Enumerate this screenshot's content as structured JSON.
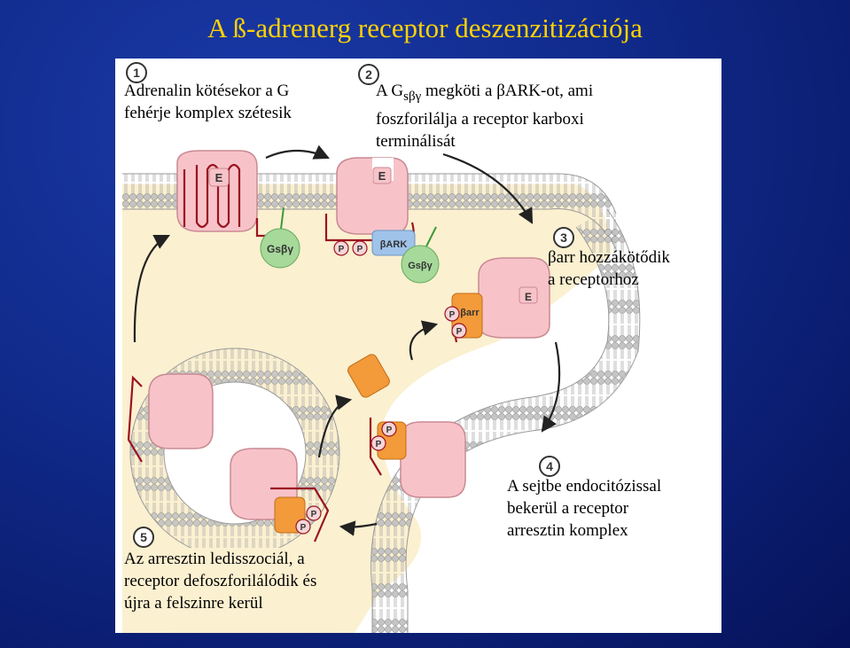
{
  "title": "A ß-adrenerg receptor deszenzitizációja",
  "steps": [
    {
      "num": "1",
      "line1": "Adrenalin kötésekor a G",
      "line2": "fehérje komplex szétesik"
    },
    {
      "num": "2",
      "line1_a": "A G",
      "line1_sub": "sβγ",
      "line1_b": " megköti a βARK-ot, ami",
      "line2": "foszforilálja a receptor karboxi",
      "line3": "terminálisát"
    },
    {
      "num": "3",
      "line1": "βarr hozzákötődik",
      "line2": "a receptorhoz"
    },
    {
      "num": "4",
      "line1": "A sejtbe endocitózissal",
      "line2": "bekerül a receptor",
      "line3": "arresztin komplex"
    },
    {
      "num": "5",
      "line1": "Az arresztin ledisszociál, a",
      "line2": "receptor defoszforilálódik és",
      "line3": "újra a felszinre kerül"
    }
  ],
  "diagram_labels": {
    "E": "E",
    "P": "P",
    "bark": "βARK",
    "barr": "βarr",
    "gsbg": "Gsβγ"
  },
  "colors": {
    "title": "#ffd200",
    "receptor": "#f7c3c9",
    "receptor_stroke": "#c98a93",
    "tail": "#9a1320",
    "bark": "#9fc3ea",
    "arrestin": "#f39a3a",
    "gprotein": "#a6d99a",
    "cytoplasm": "#fbf0d0",
    "lipid_head": "#b9b9b9"
  }
}
